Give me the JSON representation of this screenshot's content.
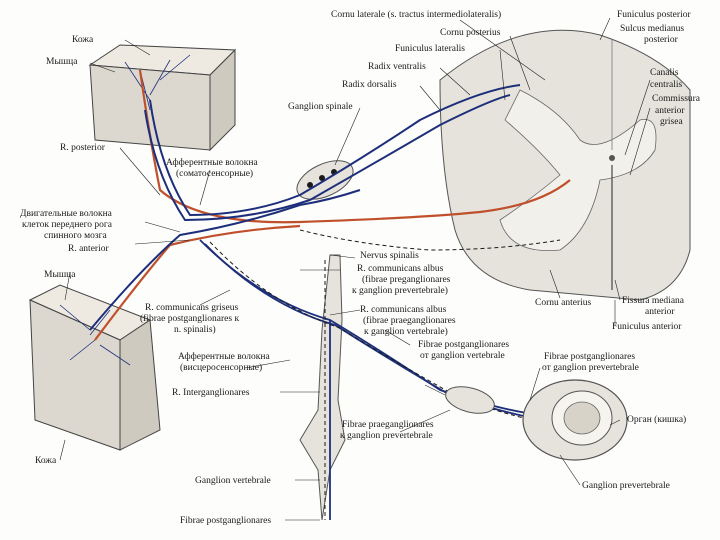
{
  "labels": {
    "cornu_laterale": "Cornu laterale (s. tractus intermediolateralis)",
    "funiculus_posterior": "Funiculus posterior",
    "sulcus_medianus": "Sulcus medianus",
    "sulcus_posterior": "posterior",
    "cornu_posterius": "Cornu posterius",
    "funiculus_lateralis": "Funiculus lateralis",
    "radix_ventralis": "Radix ventralis",
    "radix_dorsalis": "Radix dorsalis",
    "ganglion_spinale": "Ganglion spinale",
    "canalis": "Canalis",
    "centralis": "centralis",
    "commissura": "Commissura",
    "anterior": "anterior",
    "grisea": "grisea",
    "kozha_top": "Кожа",
    "myshtsa_top": "Мышца",
    "r_posterior": "R. posterior",
    "aff_soma_1": "Афферентные волокна",
    "aff_soma_2": "(соматосенсорные)",
    "dvig_1": "Двигательные волокна",
    "dvig_2": "клеток переднего рога",
    "dvig_3": "спинного мозга",
    "r_anterior": "R. anterior",
    "nervus_spinalis": "Nervus spinalis",
    "rca1_1": "R. communicans albus",
    "rca1_2": "(fibrae preganglionares",
    "rca1_3": "к ganglion prevertebrale)",
    "myshtsa_bottom": "Мышца",
    "rcg_1": "R. communicans griseus",
    "rcg_2": "(fibrae postganglionares к",
    "rcg_3": "n. spinalis)",
    "rca2_1": "R. communicans albus",
    "rca2_2": "(fibrae praeganglionares",
    "rca2_3": "к ganglion vertebrale)",
    "cornu_anterius": "Cornu anterius",
    "fissura_1": "Fissura mediana",
    "fissura_2": "anterior",
    "funiculus_anterior": "Funiculus anterior",
    "fpost_v_1": "Fibrae postganglionares",
    "fpost_v_2": "от ganglion vertebrale",
    "fpost_p_1": "Fibrae postganglionares",
    "fpost_p_2": "от ganglion prevertebrale",
    "aff_visc_1": "Афферентные волокна",
    "aff_visc_2": "(висцеросенсорные)",
    "r_intergang": "R. Intergangliоnares",
    "organ": "Орган (кишка)",
    "fprae_1": "Fibrae praeganglionares",
    "fprae_2": "к ganglion prevertebrale",
    "kozha_bottom": "Кожа",
    "gang_vert": "Ganglion vertebrale",
    "gang_prevert": "Ganglion prevertebrale",
    "fibrae_postgang": "Fibrae postganglionares"
  },
  "colors": {
    "afferent": "#1d2f7a",
    "motor": "#c0502b",
    "sympathetic": "#1a1a1a",
    "tissue": "#e6e3dc",
    "grey_matter": "#f2f0ea"
  }
}
